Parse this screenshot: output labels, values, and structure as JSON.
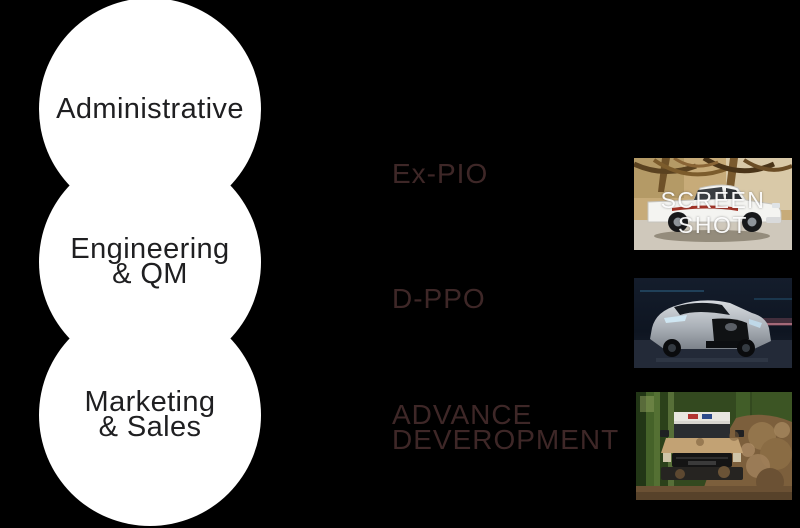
{
  "page": {
    "background_color": "#000000"
  },
  "venn": {
    "fill_color": "#ffffff",
    "text_color": "#1f1f21",
    "circles": [
      {
        "lines": [
          "Administrative"
        ]
      },
      {
        "lines": [
          "Engineering",
          "& QM"
        ]
      },
      {
        "lines": [
          "Marketing",
          "& Sales"
        ]
      }
    ]
  },
  "programs": {
    "text_color": "#3e2727",
    "items": [
      {
        "lines": [
          "Ex-PIO"
        ]
      },
      {
        "lines": [
          "D-PPO"
        ]
      },
      {
        "lines": [
          "ADVANCE",
          "DEVEROPMENT"
        ]
      }
    ]
  },
  "photos": {
    "watermark_color": "#ffffff",
    "items": [
      {
        "subject": "white-toyota-hilux-pickup-palm-trees",
        "watermark_lines": [
          "SCREEN",
          "SHOT"
        ]
      },
      {
        "subject": "silver-toyota-corolla-cross-suv-night-road"
      },
      {
        "subject": "toyota-hilux-rally-truck-mud-splash-forest"
      }
    ]
  }
}
